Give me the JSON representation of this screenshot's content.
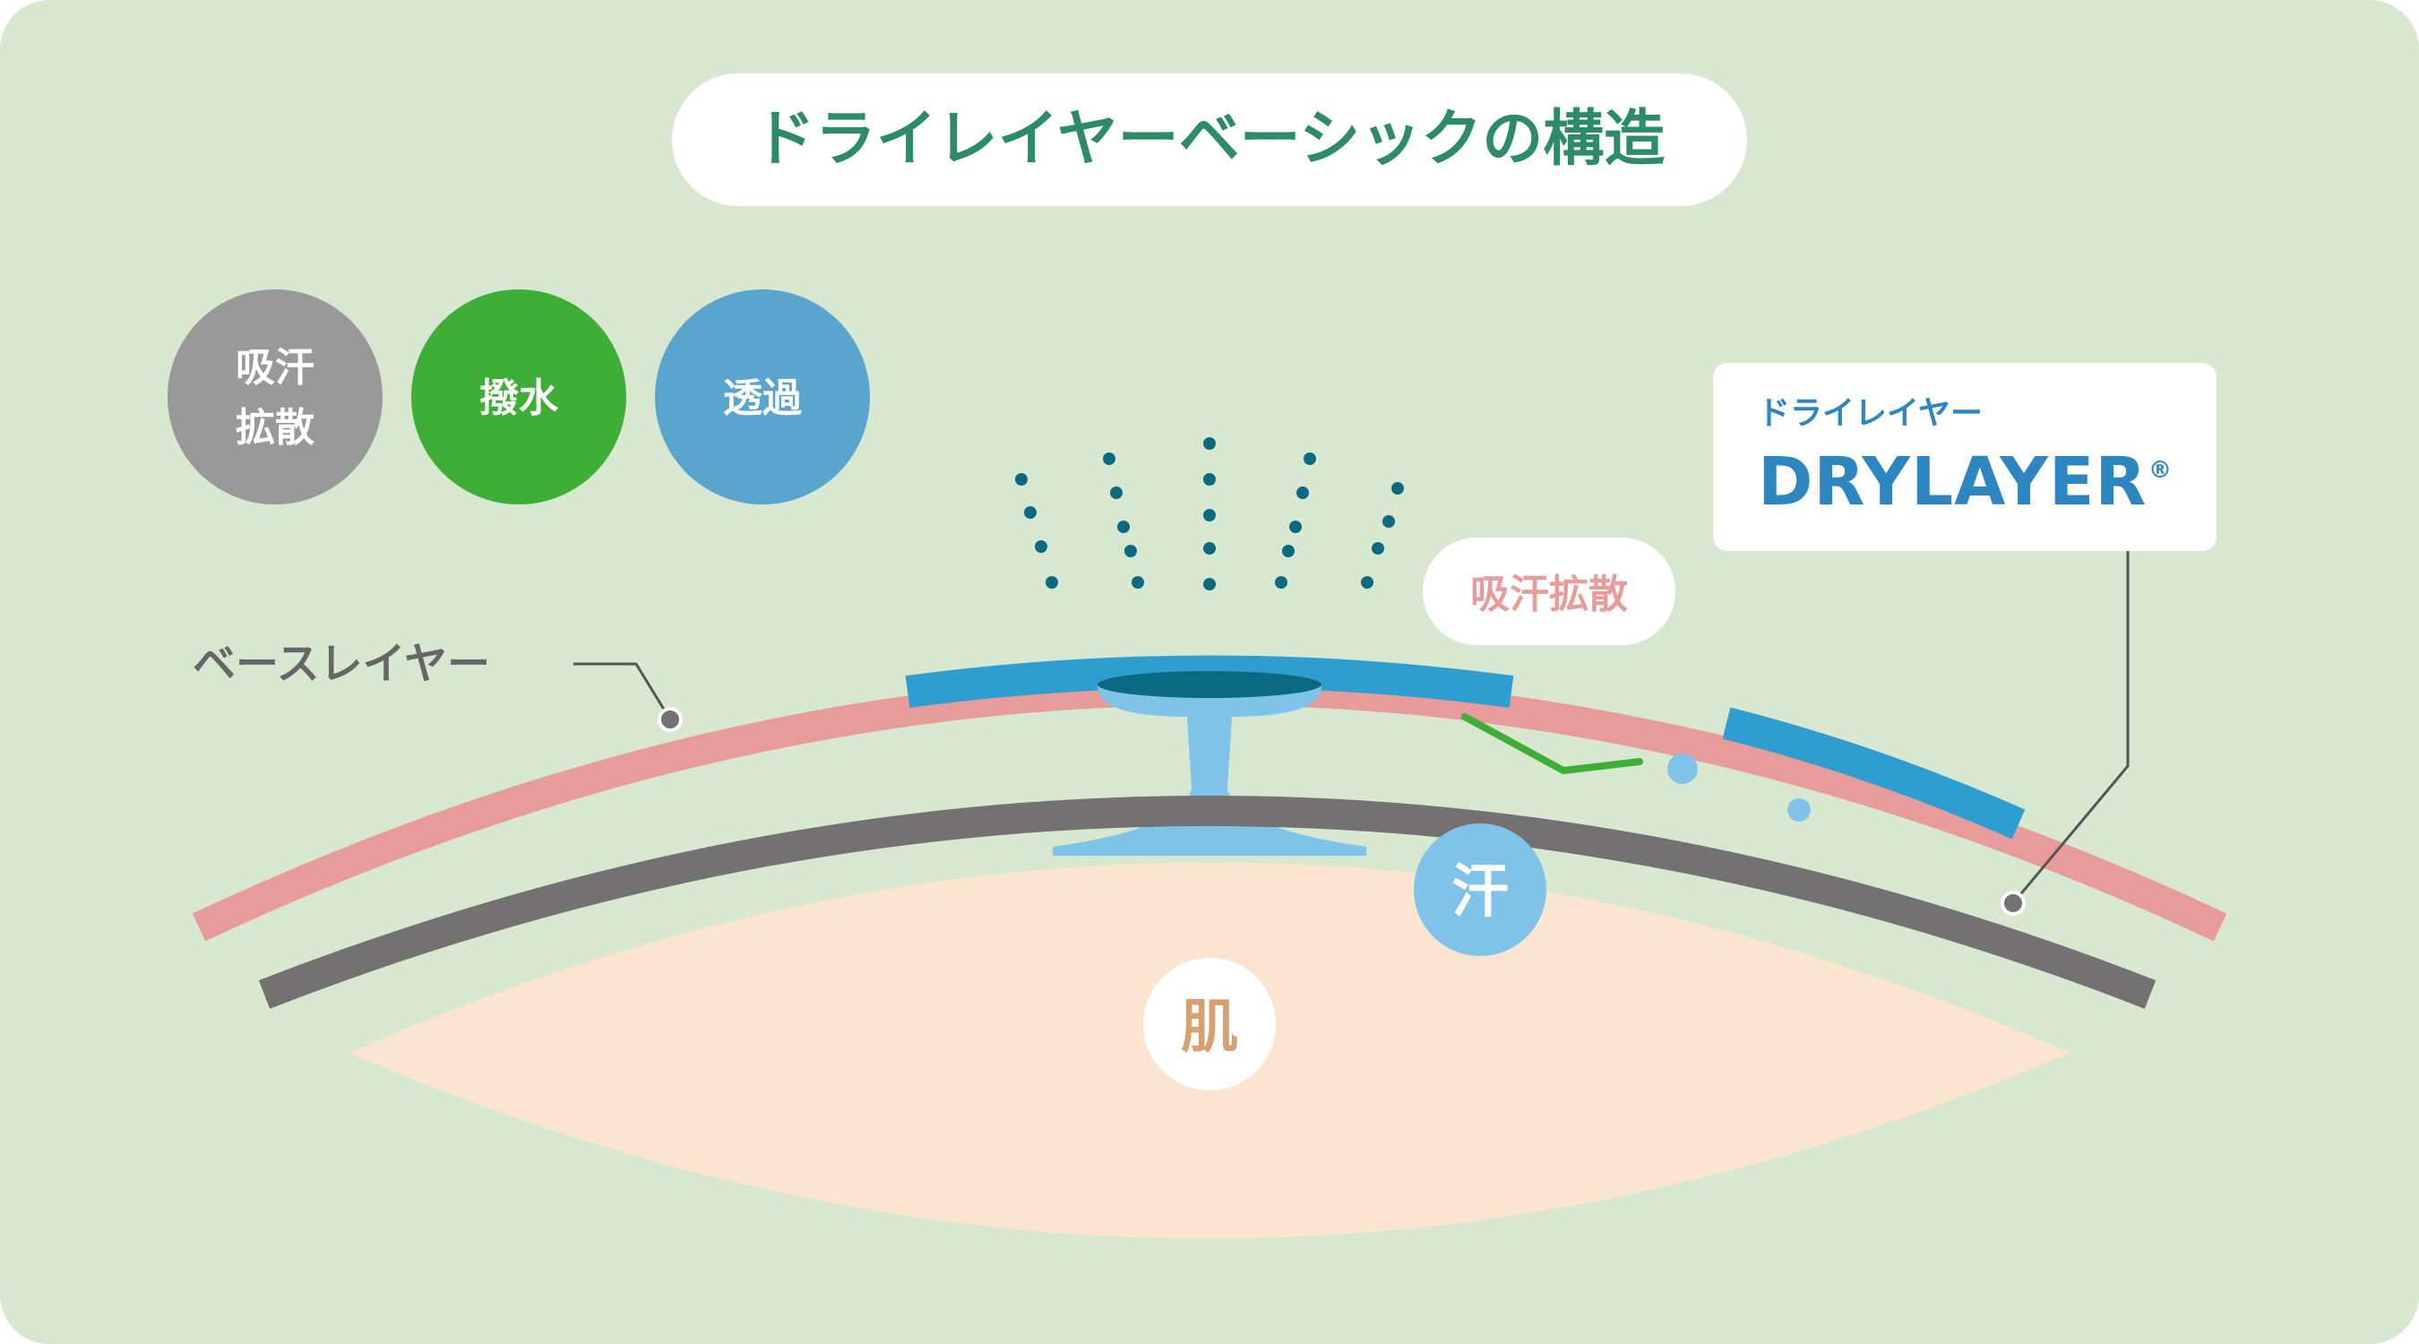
{
  "title": "ドライレイヤーベーシックの構造",
  "legend": {
    "items": [
      {
        "line1": "吸汗",
        "line2": "拡散",
        "color": "#999999"
      },
      {
        "line1": "撥水",
        "line2": "",
        "color": "#3fae36"
      },
      {
        "line1": "透過",
        "line2": "",
        "color": "#5aa5cd"
      }
    ]
  },
  "labels": {
    "base_layer": "ベースレイヤー",
    "absorb_diffuse": "吸汗拡散",
    "sweat": "汗",
    "skin": "肌"
  },
  "brand": {
    "kana": "ドライレイヤー",
    "name": "DRYLAYER",
    "registered_mark": "®"
  },
  "colors": {
    "background": "#d8e8d0",
    "title_text": "#2e8b6a",
    "pink_layer": "#e79b9b",
    "blue_layer": "#2e9ed0",
    "gray_layer": "#737171",
    "skin": "#fbe4d0",
    "sweat": "#7fc4e8",
    "droplet_dots": "#0b6a82",
    "brand_text": "#2e86c0"
  }
}
